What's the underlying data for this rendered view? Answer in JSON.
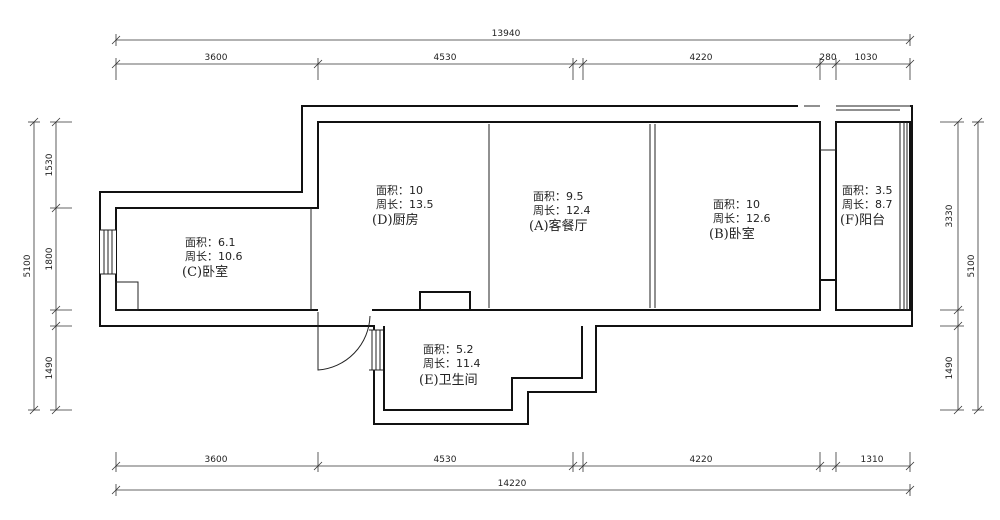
{
  "dimensions": {
    "top_total": "13940",
    "top_segments": [
      "3600",
      "4530",
      "4220",
      "280",
      "1030"
    ],
    "bottom_segments": [
      "3600",
      "4530",
      "4220",
      "1310"
    ],
    "bottom_total": "14220",
    "left_segments": [
      "1530",
      "1800",
      "1490"
    ],
    "left_total": "5100",
    "right_segments": [
      "3330",
      "1490"
    ],
    "right_total": "5100"
  },
  "rooms": [
    {
      "id": "C",
      "area_label": "面积：6.1",
      "perimeter_label": "周长：10.6",
      "name": "(C)卧室"
    },
    {
      "id": "D",
      "area_label": "面积：10",
      "perimeter_label": "周长：13.5",
      "name": "(D)厨房"
    },
    {
      "id": "A",
      "area_label": "面积：9.5",
      "perimeter_label": "周长：12.4",
      "name": "(A)客餐厅"
    },
    {
      "id": "B",
      "area_label": "面积：10",
      "perimeter_label": "周长：12.6",
      "name": "(B)卧室"
    },
    {
      "id": "F",
      "area_label": "面积：3.5",
      "perimeter_label": "周长：8.7",
      "name": "(F)阳台"
    },
    {
      "id": "E",
      "area_label": "面积：5.2",
      "perimeter_label": "周长：11.4",
      "name": "(E)卫生间"
    }
  ]
}
